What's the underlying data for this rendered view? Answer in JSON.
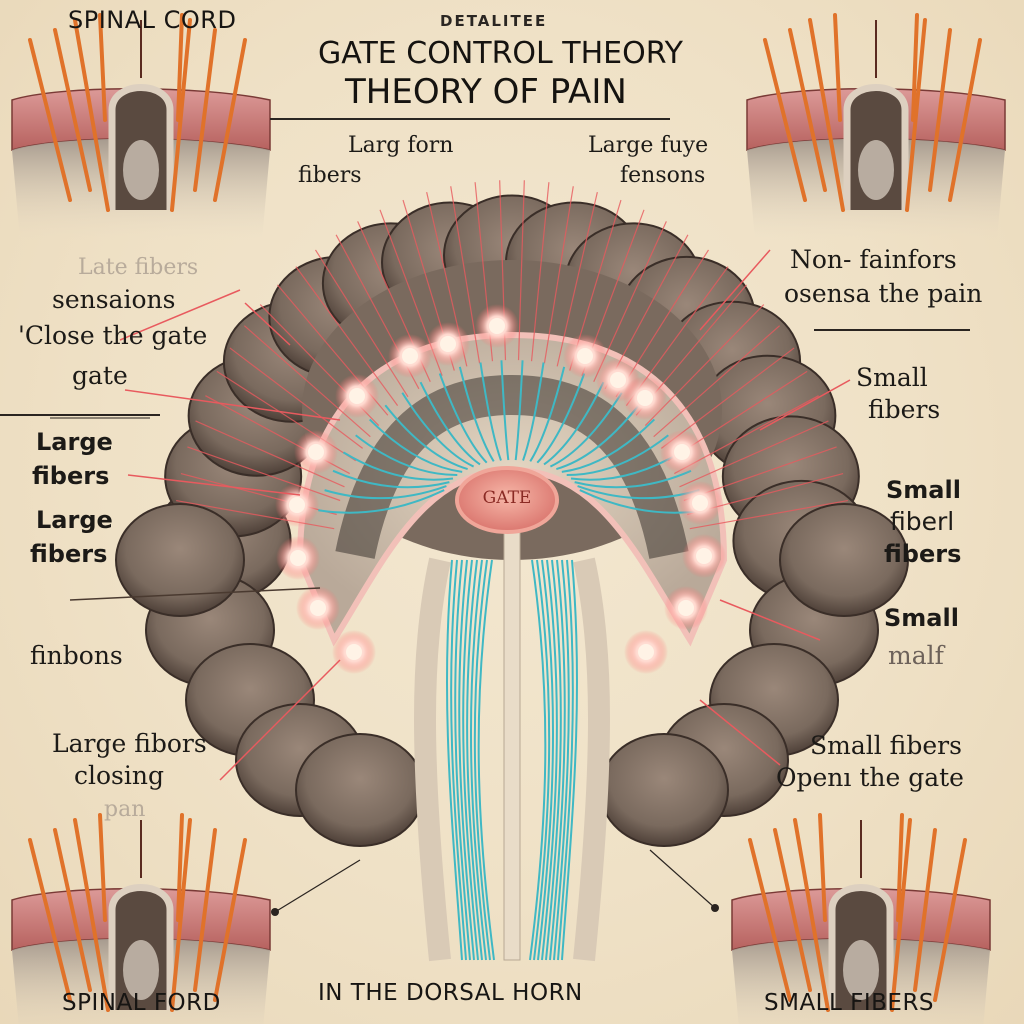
{
  "header": {
    "kicker": "DETALITEE",
    "title_line1": "GATE CONTROL THEORY",
    "title_line2": "THEORY OF PAIN"
  },
  "corner_labels": {
    "top_left": "SPINAL CORD",
    "bottom_left": "SPINAL FORD",
    "bottom_right": "SMALL FIBERS",
    "bottom_center": "IN THE DORSAL HORN"
  },
  "top_labels": {
    "left_line1": "Larg forn",
    "left_line2": "fibers",
    "right_line1": "Large fuye",
    "right_line2": "fensons"
  },
  "left_labels": {
    "faint_top": "Late fibers",
    "sensations": "sensaions",
    "close_gate": "'Close the gate",
    "gate": "gate",
    "large_fibers_1_line1": "Large",
    "large_fibers_1_line2": "fibers",
    "large_fibers_2_line1": "Large",
    "large_fibers_2_line2": "fibers",
    "finbons": "finbons",
    "closing_line1": "Large fibors",
    "closing_line2": "closing",
    "faint_bottom": "pan"
  },
  "right_labels": {
    "non_pain_line1": "Non- fainfors",
    "non_pain_line2": "osensa the pain",
    "small_fibers_1_line1": "Small",
    "small_fibers_1_line2": "fibers",
    "small_fiber_2_line1": "Small",
    "small_fiber_2_line2": "fiberl",
    "small_fiber_2_line3": "fibers",
    "small_3_line1": "Small",
    "small_3_line2": "malf",
    "open_line1": "Small fibers",
    "open_line2": "Openı the gate"
  },
  "center": {
    "gate_label": "GATE"
  },
  "colors": {
    "background": "#efe1c6",
    "grey_matter": "#7a6a5e",
    "large_fiber_cyan": "#3fb8c4",
    "small_fiber_red": "#e85a5e",
    "nerve_orange": "#e0722a",
    "meninges_pink": "#c8787a",
    "gate_pink": "#e8928a"
  }
}
